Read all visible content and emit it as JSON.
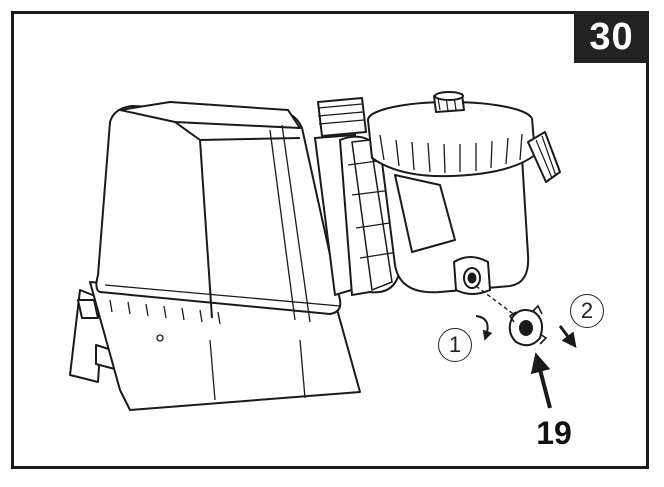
{
  "figure": {
    "step_number": "30",
    "part_number": "19",
    "callouts": {
      "rotate_step": "1",
      "remove_step": "2"
    },
    "colors": {
      "line": "#1a1a1a",
      "badge_background": "#222222",
      "badge_text": "#ffffff"
    }
  }
}
